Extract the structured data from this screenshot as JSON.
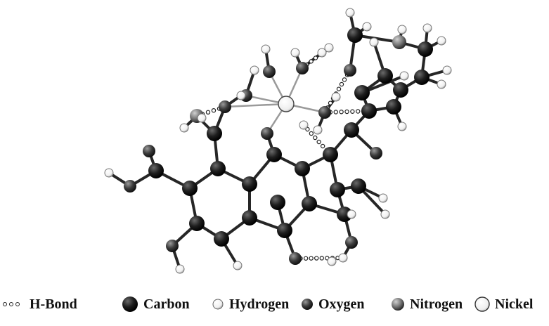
{
  "legend": {
    "items": [
      {
        "key": "hbond",
        "label": "H-Bond"
      },
      {
        "key": "carbon",
        "label": "Carbon",
        "color": "#1a1a1a"
      },
      {
        "key": "hydrogen",
        "label": "Hydrogen",
        "color": "#ffffff"
      },
      {
        "key": "oxygen",
        "label": "Oxygen",
        "color": "#3a3a3a"
      },
      {
        "key": "nitrogen",
        "label": "Nitrogen",
        "color": "#7a7a7a"
      },
      {
        "key": "nickel",
        "label": "Nickel",
        "color": "#f2f2f2"
      }
    ]
  }
}
